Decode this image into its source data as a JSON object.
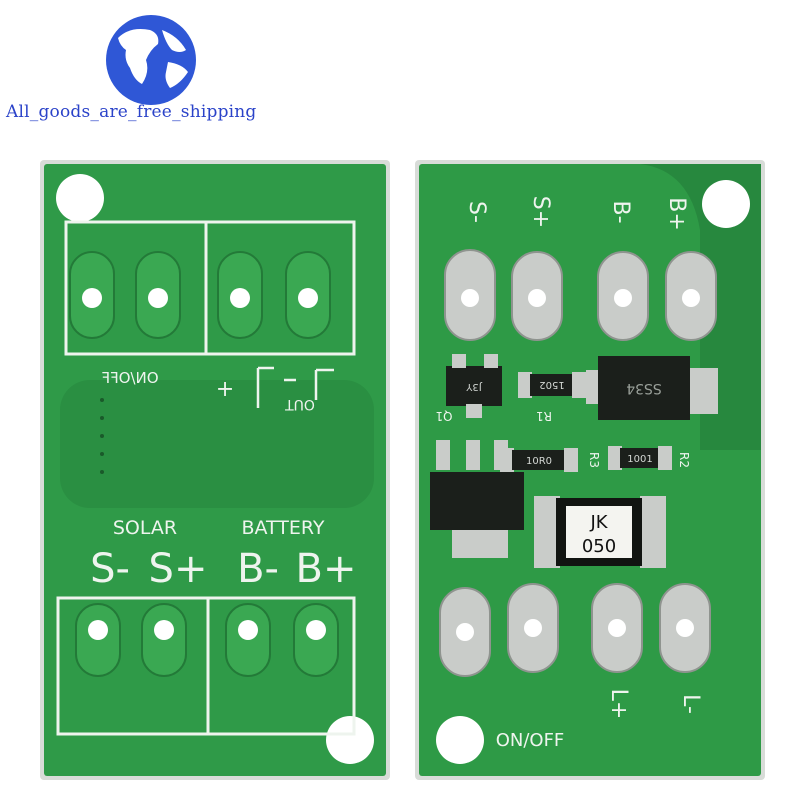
{
  "watermark": {
    "text": "All_goods_are_free_shipping"
  },
  "colors": {
    "pcb": "#2e9a46",
    "pcb_dark": "#1f7a35",
    "silk": "#eef4ee",
    "pad": "#c9ccc9",
    "chip": "#1b1f1b"
  },
  "left_board": {
    "labels": {
      "on_off": "ON/OFF",
      "solar": "SOLAR",
      "battery": "BATTERY",
      "s_minus": "S-",
      "s_plus": "S+",
      "b_minus": "B-",
      "b_plus": "B+",
      "out": "OUT",
      "plus": "+",
      "minus": "-"
    }
  },
  "right_board": {
    "labels": {
      "s_minus": "S-",
      "s_plus": "S+",
      "b_minus": "B-",
      "b_plus": "B+",
      "r1_code": "1502",
      "r1": "R1",
      "ss34": "SS34",
      "q1": "Q1",
      "q1_code": "J3Y",
      "r3_code": "10R0",
      "r3": "R3",
      "r2_code": "1001",
      "r2": "R2",
      "fuse_line1": "JK",
      "fuse_line2": "050",
      "l_plus": "L+",
      "l_minus": "L-",
      "on_off": "ON/OFF"
    }
  }
}
